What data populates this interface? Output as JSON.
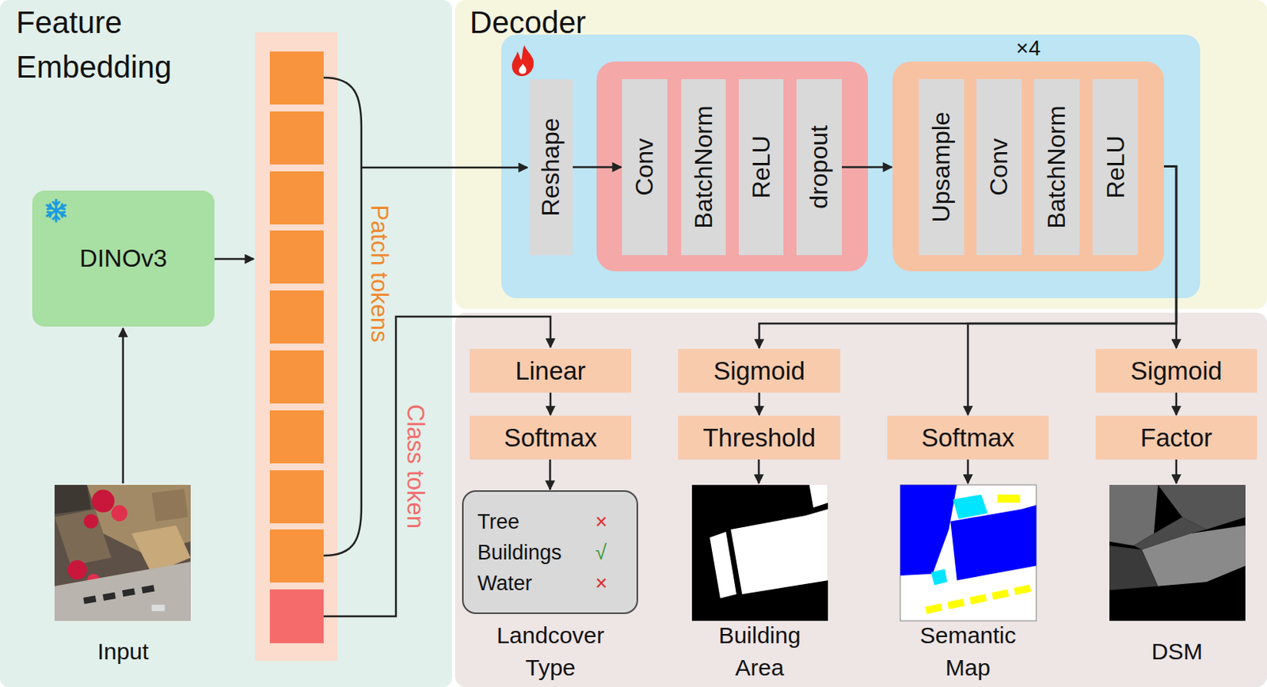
{
  "diagram": {
    "nodes": [
      {
        "text": [
          "Feature Embedding"
        ]
      },
      {
        "text": [
          "DINOv3"
        ],
        "in": 0
      },
      {
        "text": [
          "Decoder"
        ]
      },
      {
        "text": [
          "Reshape"
        ],
        "in": 2
      },
      {
        "text": [
          "Conv"
        ],
        "in": 2
      },
      {
        "text": [
          "BatchNorm"
        ],
        "in": 2
      },
      {
        "text": [
          "ReLU"
        ],
        "in": 2
      },
      {
        "text": [
          "dropout"
        ],
        "in": 2
      },
      {
        "text": [
          "×4"
        ],
        "in": 2
      },
      {
        "text": [
          "Upsample"
        ],
        "in": 8
      },
      {
        "text": [
          "Conv"
        ],
        "in": 8
      },
      {
        "text": [
          "BatchNorm"
        ],
        "in": 8
      },
      {
        "text": [
          "ReLU"
        ],
        "in": 8
      },
      {
        "text": [
          "Linear"
        ]
      },
      {
        "text": [
          "Sigmoid"
        ]
      },
      {
        "text": [
          "Sigmoid"
        ]
      },
      {
        "text": [
          "Softmax"
        ]
      },
      {
        "text": [
          "Threshold"
        ]
      },
      {
        "text": [
          "Softmax"
        ]
      },
      {
        "text": [
          "Factor"
        ]
      },
      {
        "text": [
          "Tree",
          "×",
          "Buildings",
          "√",
          "Water",
          "×"
        ]
      }
    ],
    "edges": [
      {
        "from": 3,
        "to": 4,
        "arrow": "to"
      },
      {
        "from": 7,
        "to": 8,
        "arrow": "to"
      },
      {
        "from": 8,
        "to": 14,
        "arrow": "to"
      },
      {
        "from": 8,
        "to": 18,
        "arrow": "to"
      },
      {
        "from": 8,
        "to": 15,
        "arrow": "to"
      },
      {
        "from": 13,
        "to": 16,
        "arrow": "to"
      },
      {
        "from": 16,
        "to": 20,
        "arrow": "to"
      },
      {
        "from": 14,
        "to": 17,
        "arrow": "to"
      },
      {
        "from": 15,
        "to": 19,
        "arrow": "to"
      }
    ],
    "labels": [
      "Patch tokens",
      "Class token",
      "Input",
      "Landcover Type",
      "Building Area",
      "Semantic Map",
      "DSM"
    ]
  }
}
